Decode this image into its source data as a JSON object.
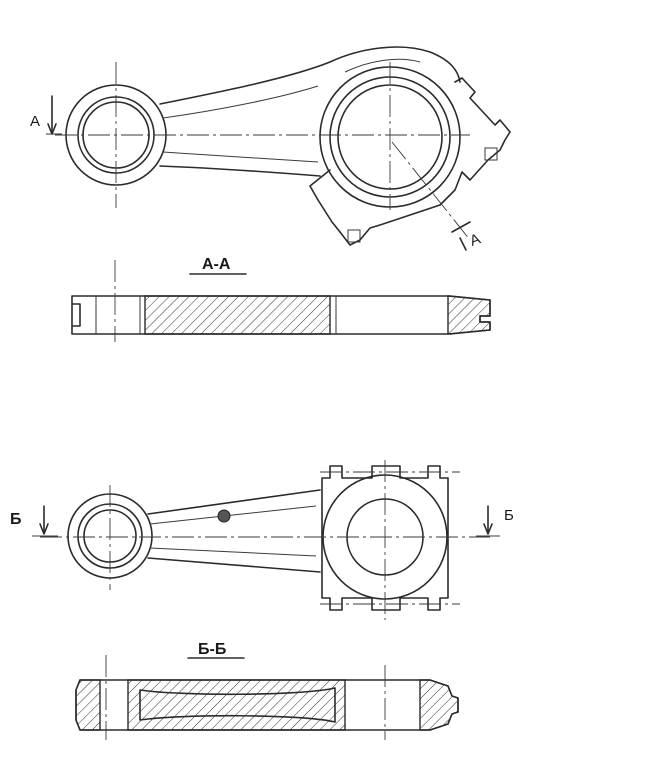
{
  "drawing_top": {
    "section_mark": "А",
    "section_title": "А-А"
  },
  "drawing_bottom": {
    "section_mark": "Б",
    "section_title": "Б-Б"
  }
}
